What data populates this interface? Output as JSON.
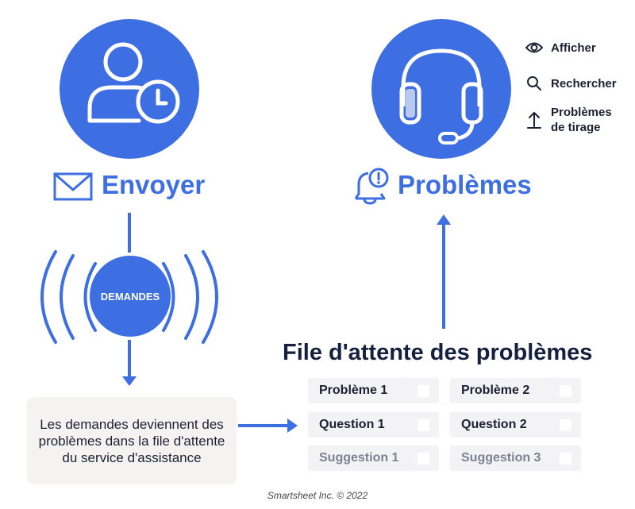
{
  "send": {
    "title": "Envoyer"
  },
  "problems": {
    "title": "Problèmes"
  },
  "requests_badge": "DEMANDES",
  "actions": [
    {
      "label": "Afficher",
      "icon": "eye-icon"
    },
    {
      "label": "Rechercher",
      "icon": "search-icon"
    },
    {
      "label": "Problèmes\nde tirage",
      "icon": "pull-up-icon"
    }
  ],
  "queue": {
    "title": "File d'attente des problèmes",
    "items": [
      {
        "label": "Problème 1",
        "muted": false
      },
      {
        "label": "Problème 2",
        "muted": false
      },
      {
        "label": "Question 1",
        "muted": false
      },
      {
        "label": "Question 2",
        "muted": false
      },
      {
        "label": "Suggestion 1",
        "muted": true
      },
      {
        "label": "Suggestion 3",
        "muted": true
      }
    ]
  },
  "note": "Les demandes deviennent des problèmes dans la file d'attente du service d'assistance",
  "footer": "Smartsheet Inc. © 2022",
  "colors": {
    "accent": "#3d6fe3",
    "dark": "#14203d",
    "item_bg": "#f3f3f5",
    "note_bg": "#f4f3f1"
  }
}
